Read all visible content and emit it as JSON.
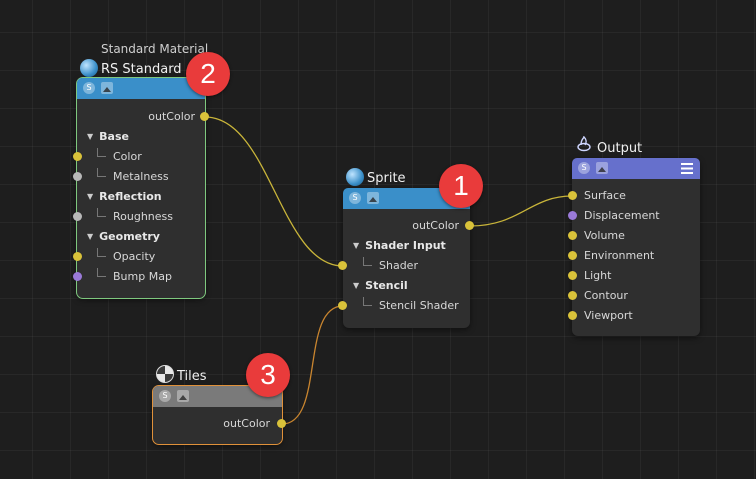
{
  "colors": {
    "rs_header": "#3a8fc9",
    "sprite_header": "#3a8fc9",
    "output_header": "#6670cc",
    "tiles_header": "#7a7a7a",
    "selected_outline": "#7fc97f",
    "tiles_outline": "#e0913a",
    "port_yellow": "#d9c23a",
    "port_grey": "#b8b8b8",
    "port_purple": "#9a7ad8",
    "wire_yellow": "#c9b53a",
    "wire_orange": "#c9852f",
    "badge": "#e93b3b"
  },
  "rs_node": {
    "subtitle": "Standard Material",
    "title": "RS Standard",
    "icon": "sphere-icon",
    "out": "outColor",
    "base": "Base",
    "color": "Color",
    "metalness": "Metalness",
    "reflection": "Reflection",
    "roughness": "Roughness",
    "geometry": "Geometry",
    "opacity": "Opacity",
    "bump": "Bump Map"
  },
  "sprite_node": {
    "title": "Sprite",
    "icon": "sphere-icon",
    "out": "outColor",
    "shader_input": "Shader Input",
    "shader": "Shader",
    "stencil": "Stencil",
    "stencil_shader": "Stencil Shader"
  },
  "output_node": {
    "title": "Output",
    "icon": "output-icon",
    "surface": "Surface",
    "displacement": "Displacement",
    "volume": "Volume",
    "environment": "Environment",
    "light": "Light",
    "contour": "Contour",
    "viewport": "Viewport"
  },
  "tiles_node": {
    "title": "Tiles",
    "icon": "tiles-icon",
    "out": "outColor"
  },
  "badges": {
    "one": "1",
    "two": "2",
    "three": "3"
  },
  "header_icons": {
    "s": "S"
  }
}
